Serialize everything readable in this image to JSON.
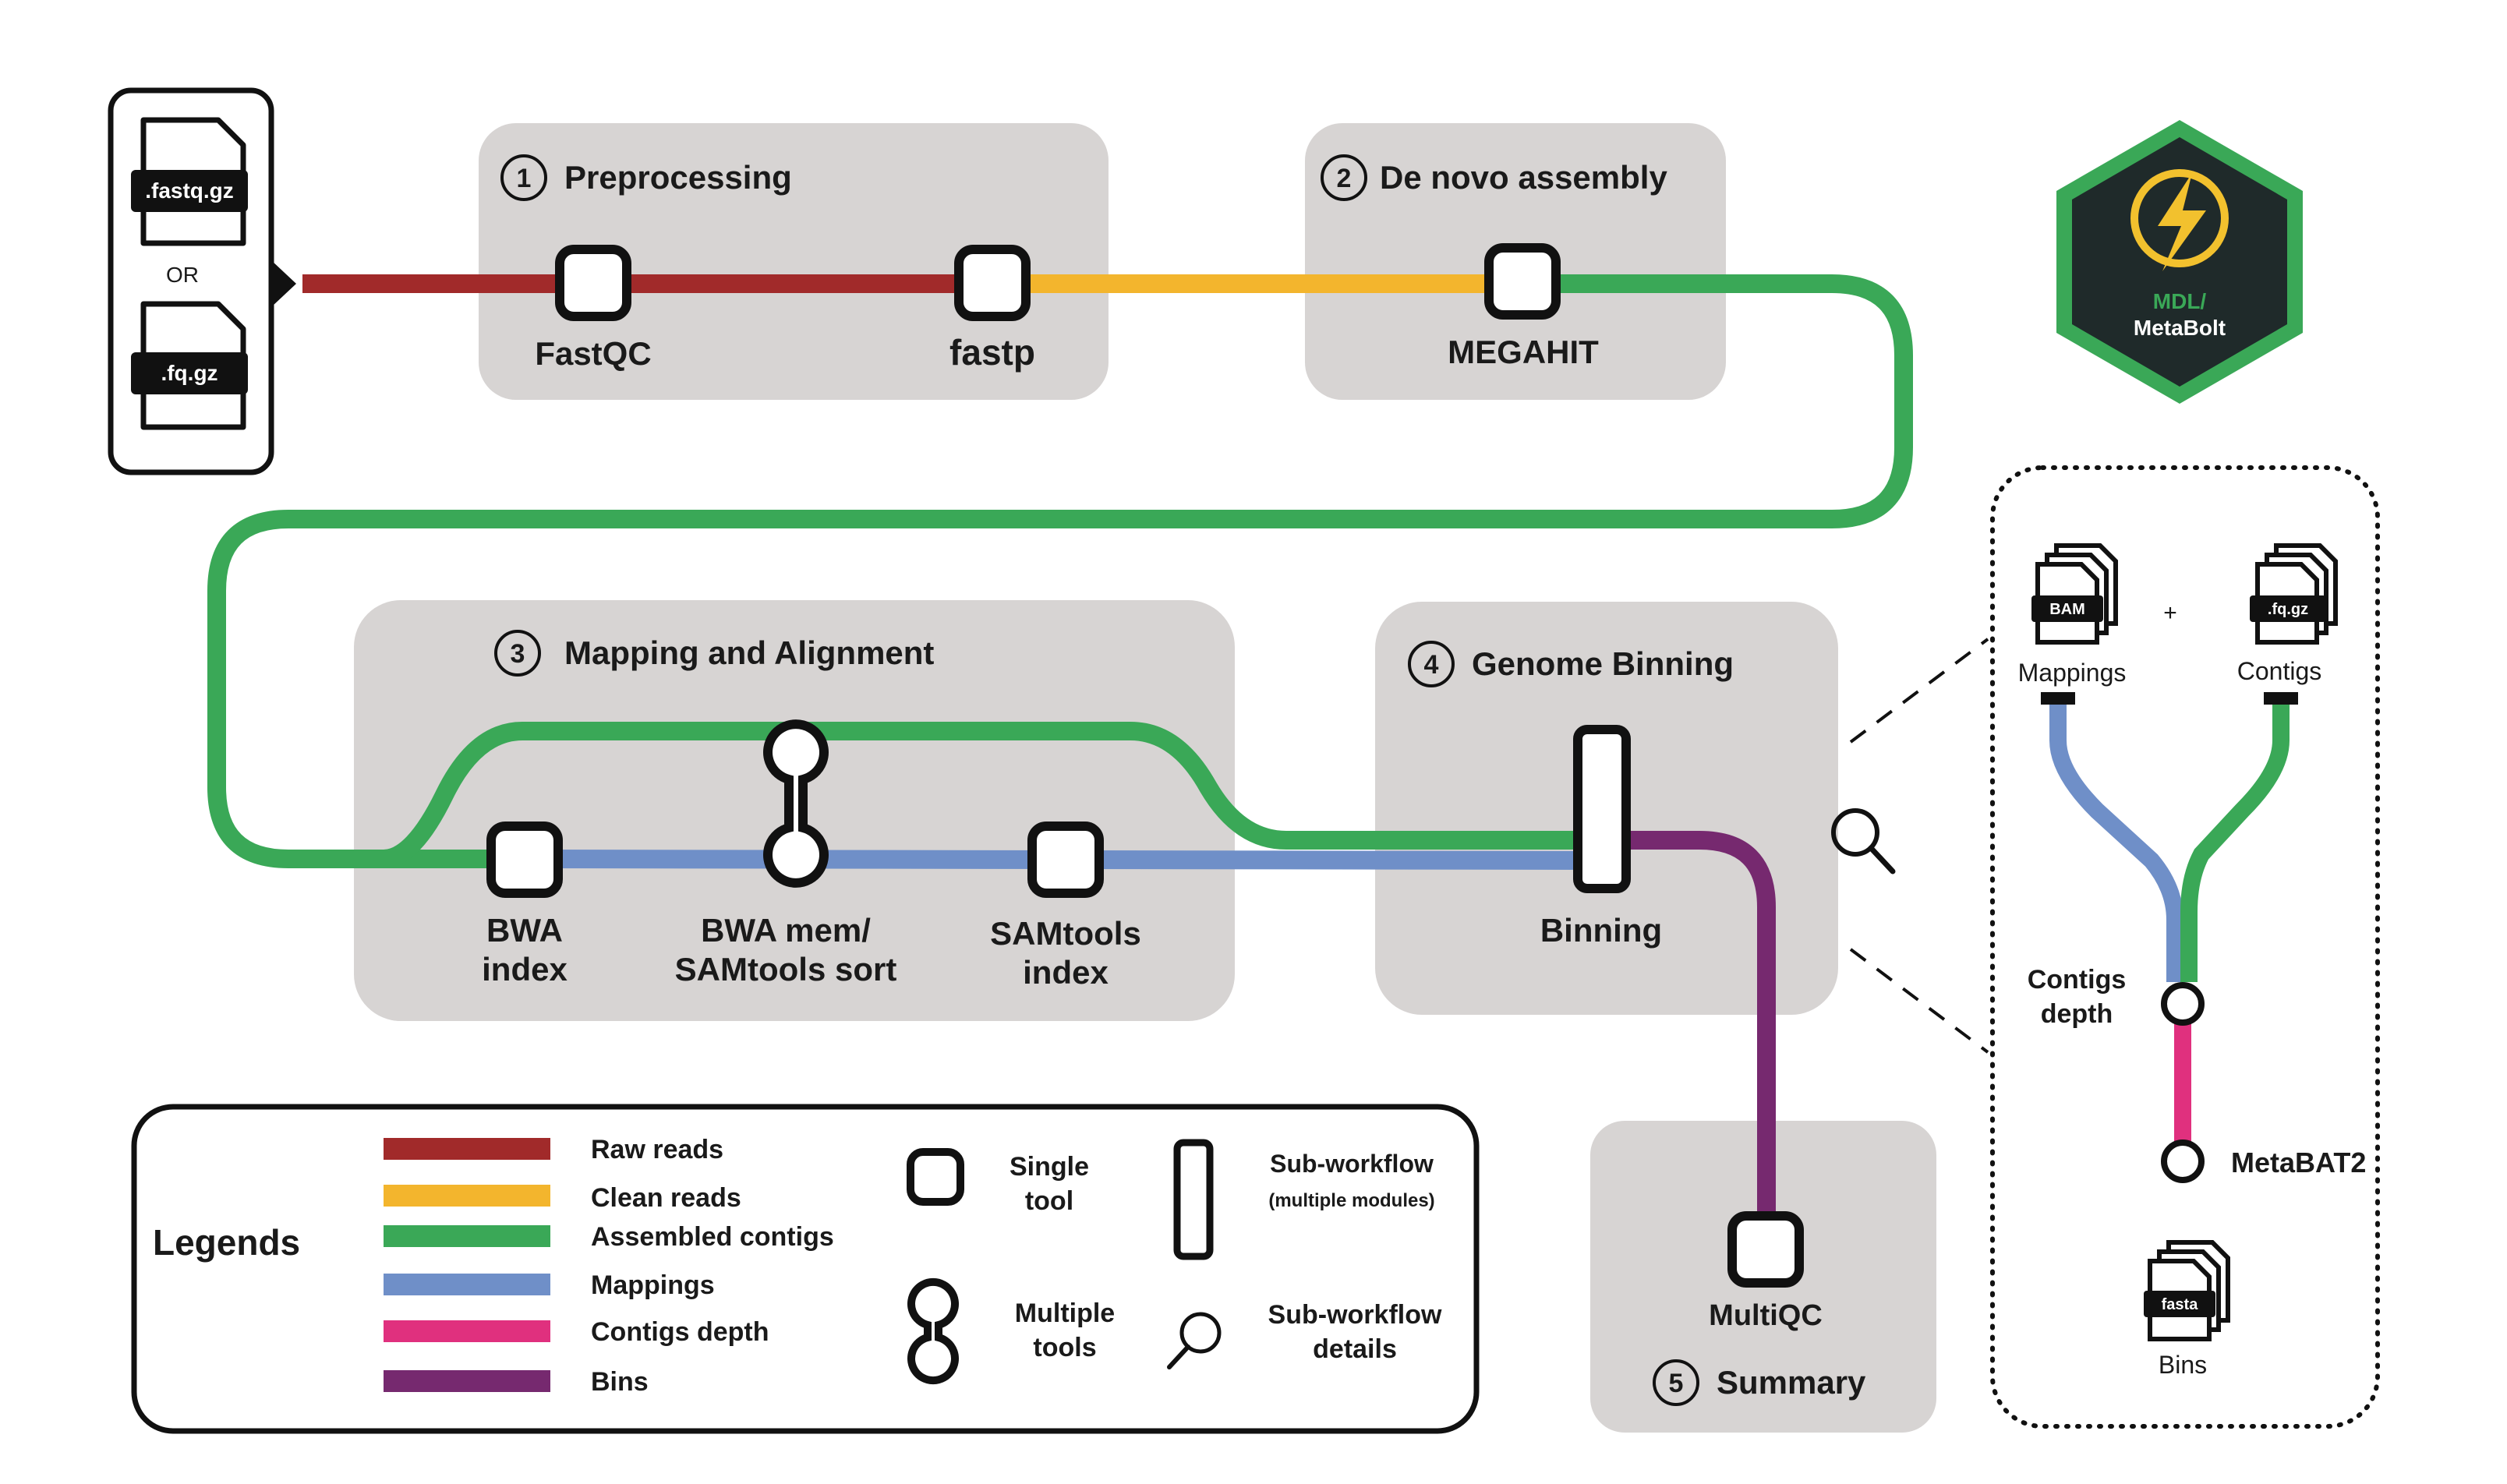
{
  "colors": {
    "raw_reads": "#a12a2a",
    "clean_reads": "#f3b52d",
    "assembled_contigs": "#3aa857",
    "mappings": "#6f8fc8",
    "contigs_depth": "#e0307e",
    "bins": "#76296f",
    "panel_bg": "#d7d4d3",
    "logo_green": "#3aa857",
    "logo_dark": "#1f2a2a",
    "logo_yellow": "#f2c12e"
  },
  "input": {
    "file1": ".fastq.gz",
    "or_label": "OR",
    "file2": ".fq.gz"
  },
  "logo": {
    "line1": "MDL/",
    "line2": "MetaBolt",
    "icon": "lightning-bolt-icon"
  },
  "steps": [
    {
      "number": "1",
      "title": "Preprocessing",
      "tools": [
        "FastQC",
        "fastp"
      ]
    },
    {
      "number": "2",
      "title": "De novo assembly",
      "tools": [
        "MEGAHIT"
      ]
    },
    {
      "number": "3",
      "title": "Mapping and Alignment",
      "tools": [
        {
          "line1": "BWA",
          "line2": "index"
        },
        {
          "line1": "BWA mem/",
          "line2": "SAMtools sort"
        },
        {
          "line1": "SAMtools",
          "line2": "index"
        }
      ]
    },
    {
      "number": "4",
      "title": "Genome Binning",
      "tools": [
        "Binning"
      ]
    },
    {
      "number": "5",
      "title": "Summary",
      "tools": [
        "MultiQC"
      ]
    }
  ],
  "detail": {
    "mappings_file": "BAM",
    "plus": "+",
    "contigs_file": ".fq.gz",
    "mappings_label": "Mappings",
    "contigs_label": "Contigs",
    "depth_label_line1": "Contigs",
    "depth_label_line2": "depth",
    "metabat": "MetaBAT2",
    "bins_file": "fasta",
    "bins_label": "Bins"
  },
  "legend": {
    "title": "Legends",
    "lines": [
      {
        "label": "Raw reads",
        "color": "#a12a2a"
      },
      {
        "label": "Clean reads",
        "color": "#f3b52d"
      },
      {
        "label": "Assembled contigs",
        "color": "#3aa857"
      },
      {
        "label": "Mappings",
        "color": "#6f8fc8"
      },
      {
        "label": "Contigs depth",
        "color": "#e0307e"
      },
      {
        "label": "Bins",
        "color": "#76296f"
      }
    ],
    "single_tool": {
      "line1": "Single",
      "line2": "tool"
    },
    "multiple_tools": {
      "line1": "Multiple",
      "line2": "tools"
    },
    "subworkflow": {
      "line1": "Sub-workflow",
      "line2": "(multiple modules)"
    },
    "subworkflow_details": {
      "line1": "Sub-workflow",
      "line2": "details"
    }
  }
}
